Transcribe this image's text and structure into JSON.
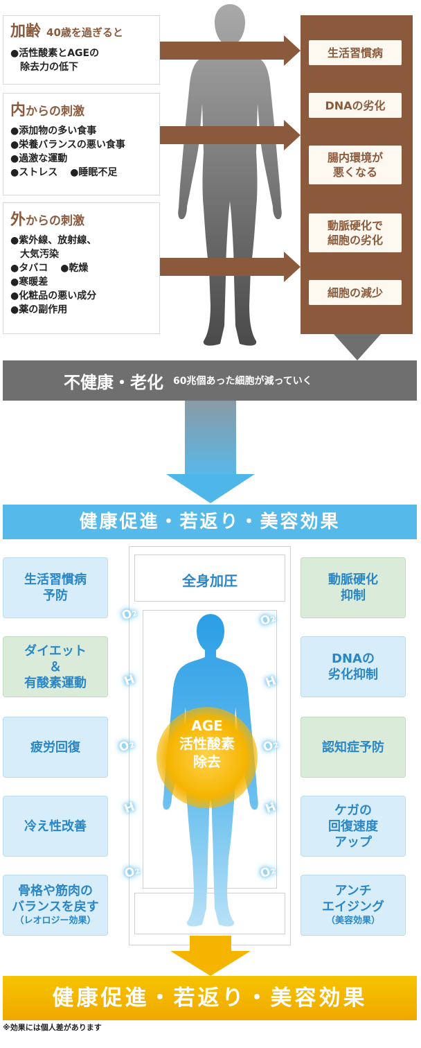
{
  "causes": [
    {
      "title_big": "加齢",
      "title_rest": "",
      "sub": "40歳を過ぎると",
      "items": [
        "●活性酸素とAGEの",
        "　除去力の低下"
      ]
    },
    {
      "title_big": "内",
      "title_rest": "からの刺激",
      "sub": "",
      "items": [
        "●添加物の多い食事",
        "●栄養バランスの悪い食事",
        "●過激な運動",
        "●ストレス",
        "●睡眠不足"
      ]
    },
    {
      "title_big": "外",
      "title_rest": "からの刺激",
      "sub": "",
      "items": [
        "●紫外線、放射線、",
        "　大気汚染",
        "●タバコ",
        "●乾燥",
        "●寒暖差",
        "●化粧品の悪い成分",
        "●薬の副作用"
      ]
    }
  ],
  "results": [
    "生活習慣病",
    "DNAの劣化",
    "腸内環境が\n悪くなる",
    "動脈硬化で\n細胞の劣化",
    "細胞の減少"
  ],
  "unhealthy": {
    "main": "不健康・老化",
    "sub": "60兆個あった細胞が減っていく"
  },
  "benefit_title": "健康促進・若返り・美容効果",
  "capsule_label": "全身加圧",
  "center_glow": "AGE\n活性酸素\n除去",
  "molecules": [
    "O₂",
    "H",
    "O₂",
    "H",
    "O₂",
    "O₂",
    "H",
    "O₂",
    "H",
    "O₂"
  ],
  "effects_left": [
    {
      "text": "生活習慣病\n予防",
      "small": "",
      "color": "blue"
    },
    {
      "text": "ダイエット\n＆\n有酸素運動",
      "small": "",
      "color": "green"
    },
    {
      "text": "疲労回復",
      "small": "",
      "color": "blue"
    },
    {
      "text": "冷え性改善",
      "small": "",
      "color": "blue"
    },
    {
      "text": "骨格や筋肉の\nバランスを戻す",
      "small": "（レオロジー効果）",
      "color": "blue"
    }
  ],
  "effects_right": [
    {
      "text": "動脈硬化\n抑制",
      "small": "",
      "color": "green"
    },
    {
      "text": "DNAの\n劣化抑制",
      "small": "",
      "color": "blue"
    },
    {
      "text": "認知症予防",
      "small": "",
      "color": "green"
    },
    {
      "text": "ケガの\n回復速度\nアップ",
      "small": "",
      "color": "blue"
    },
    {
      "text": "アンチ\nエイジング",
      "small": "（美容効果）",
      "color": "blue"
    }
  ],
  "final_title": "健康促進・若返り・美容効果",
  "note": "※効果には個人差があります",
  "colors": {
    "brown": "#8b5a3c",
    "grey": "#6f6f6f",
    "blue": "#55b9ea",
    "yellow": "#f5b400"
  }
}
